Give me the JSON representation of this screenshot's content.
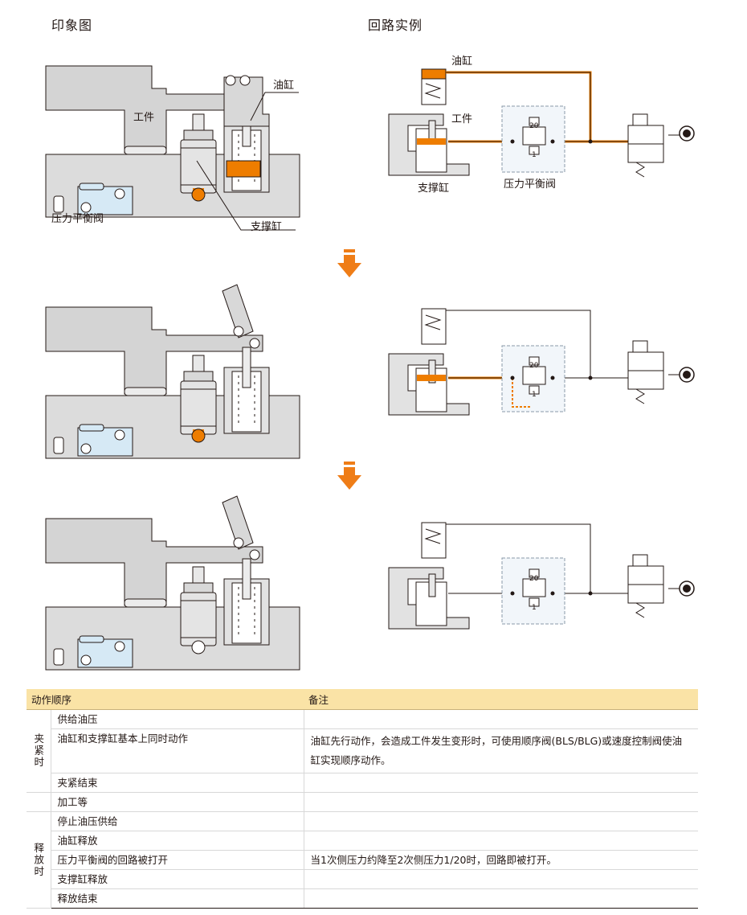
{
  "header": {
    "left_title": "印象图",
    "right_title": "回路实例"
  },
  "labels": {
    "workpiece": "工件",
    "oil_cylinder": "油缸",
    "support_cylinder": "支撑缸",
    "balance_valve": "压力平衡阀",
    "valve_port_20": "20",
    "valve_port_1": "1"
  },
  "colors": {
    "oil": "#ee7d00",
    "oil_light": "#f5a623",
    "body_gray": "#d9d9d9",
    "block_blue": "#d6e9f5",
    "arrow": "#ef7d17"
  },
  "table": {
    "col_action": "动作顺序",
    "col_note": "备注",
    "groups": [
      {
        "label": "夹紧时",
        "rows": [
          {
            "action": "供给油压",
            "note": ""
          },
          {
            "action": "油缸和支撑缸基本上同时动作",
            "note": "油缸先行动作，会造成工件发生变形时，可使用顺序阀(BLS/BLG)或速度控制阀使油缸实现顺序动作。"
          },
          {
            "action": "夹紧结束",
            "note": ""
          }
        ]
      },
      {
        "label": "",
        "rows": [
          {
            "action": "加工等",
            "note": ""
          }
        ]
      },
      {
        "label": "释放时",
        "rows": [
          {
            "action": "停止油压供给",
            "note": ""
          },
          {
            "action": "油缸释放",
            "note": ""
          },
          {
            "action": "压力平衡阀的回路被打开",
            "note": "当1次侧压力约降至2次侧压力1/20时，回路即被打开。"
          },
          {
            "action": "支撑缸释放",
            "note": ""
          },
          {
            "action": "释放结束",
            "note": ""
          }
        ]
      }
    ]
  }
}
